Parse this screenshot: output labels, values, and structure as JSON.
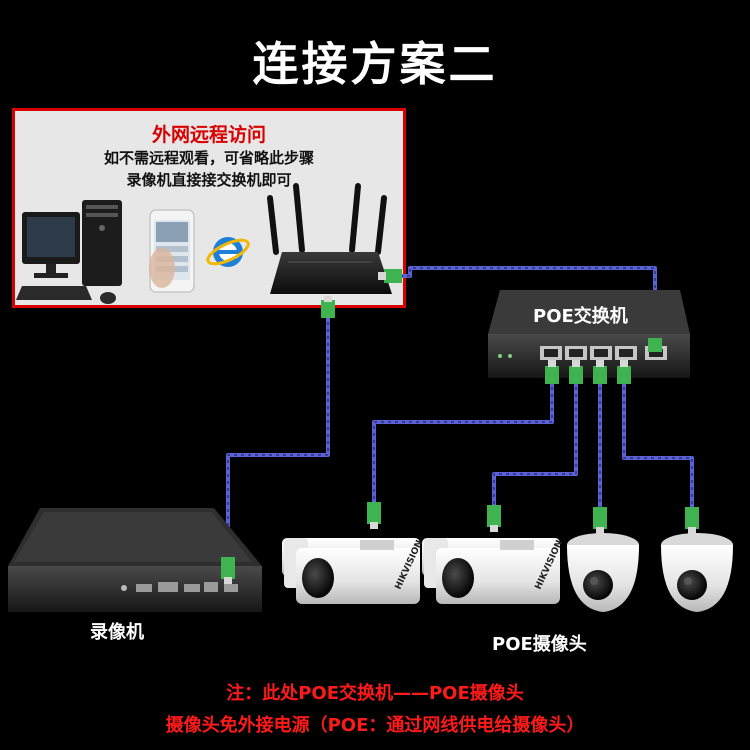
{
  "title": "连接方案二",
  "remote_box": {
    "heading": "外网远程访问",
    "line1": "如不需远程观看，可省略此步骤",
    "line2": "录像机直接接交换机即可"
  },
  "switch_label": "POE交换机",
  "nvr_label": "录像机",
  "cameras_label": "POE摄像头",
  "notes": {
    "line1": "注：此处POE交换机——POE摄像头",
    "line2": "摄像头免外接电源（POE：通过网线供电给摄像头）"
  },
  "camera_brand": "HIKVISION",
  "colors": {
    "cable": "#3b3fa8",
    "highlight": "#d80000",
    "connector": "#3fb34f"
  },
  "icons": [
    "desktop-computer-icon",
    "smartphone-icon",
    "browser-e-icon",
    "router-icon",
    "poe-switch-icon",
    "nvr-icon",
    "bullet-camera-icon",
    "dome-camera-icon"
  ]
}
